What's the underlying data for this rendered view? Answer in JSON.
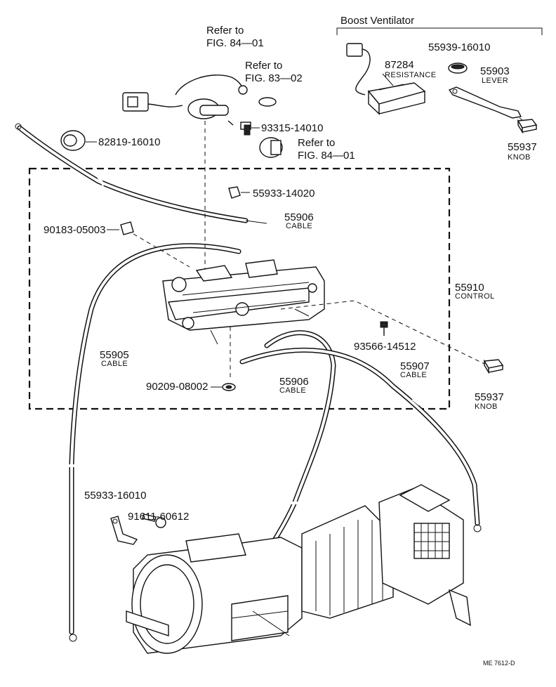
{
  "boost_group": {
    "title": "Boost Ventilator"
  },
  "refs": [
    {
      "line1": "Refer to",
      "line2": "FIG. 84—01"
    },
    {
      "line1": "Refer to",
      "line2": "FIG. 83—02"
    },
    {
      "line1": "Refer to",
      "line2": "FIG. 84—01"
    }
  ],
  "parts": {
    "p55939": "55939-16010",
    "p87284": "87284",
    "p87284_desc": "RESISTANCE",
    "p55903": "55903",
    "p55903_desc": "LEVER",
    "p55937a": "55937",
    "p55937a_desc": "KNOB",
    "p82819": "82819-16010",
    "p93315": "93315-14010",
    "p55933a": "55933-14020",
    "p55906a": "55906",
    "p55906a_desc": "CABLE",
    "p90183": "90183-05003",
    "p55910": "55910",
    "p55910_desc": "CONTROL",
    "p93566": "93566-14512",
    "p55905": "55905",
    "p55905_desc": "CABLE",
    "p55907": "55907",
    "p55907_desc": "CABLE",
    "p55906b": "55906",
    "p55906b_desc": "CABLE",
    "p55937b": "55937",
    "p55937b_desc": "KNOB",
    "p90209": "90209-08002",
    "p55933b": "55933-16010",
    "p91611": "91611-60612"
  },
  "footer": {
    "code": "ME 7612-D"
  }
}
